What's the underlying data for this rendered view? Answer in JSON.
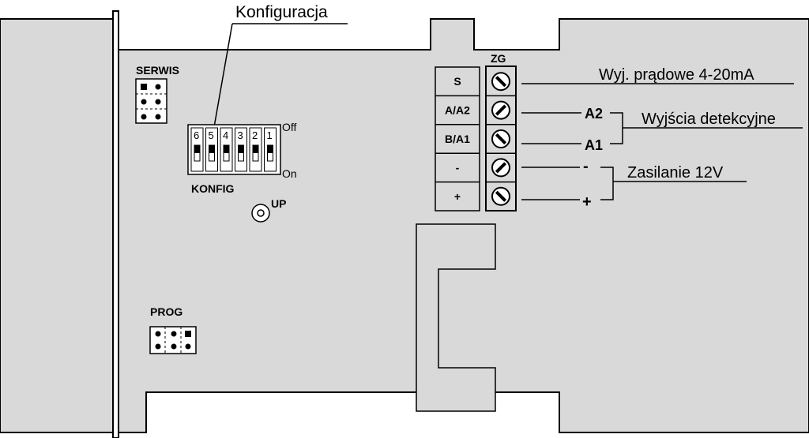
{
  "header": {
    "config_callout": "Konfiguracja"
  },
  "serwis": {
    "label": "SERWIS"
  },
  "konfig": {
    "label": "KONFIG",
    "switch_numbers": [
      "6",
      "5",
      "4",
      "3",
      "2",
      "1"
    ],
    "off_label": "Off",
    "on_label": "On"
  },
  "up": {
    "label": "UP"
  },
  "prog": {
    "label": "PROG"
  },
  "terminal_block": {
    "label": "ZG",
    "pins": [
      "S",
      "A/A2",
      "B/A1",
      "-",
      "+"
    ]
  },
  "callouts": {
    "current_output": "Wyj. prądowe 4-20mA",
    "a2": "A2",
    "a1": "A1",
    "detection_outputs": "Wyjścia detekcyjne",
    "minus": "-",
    "plus": "+",
    "power_supply": "Zasilanie 12V"
  },
  "colors": {
    "panel": "#d9d9d9",
    "line": "#000000",
    "background": "#ffffff"
  }
}
